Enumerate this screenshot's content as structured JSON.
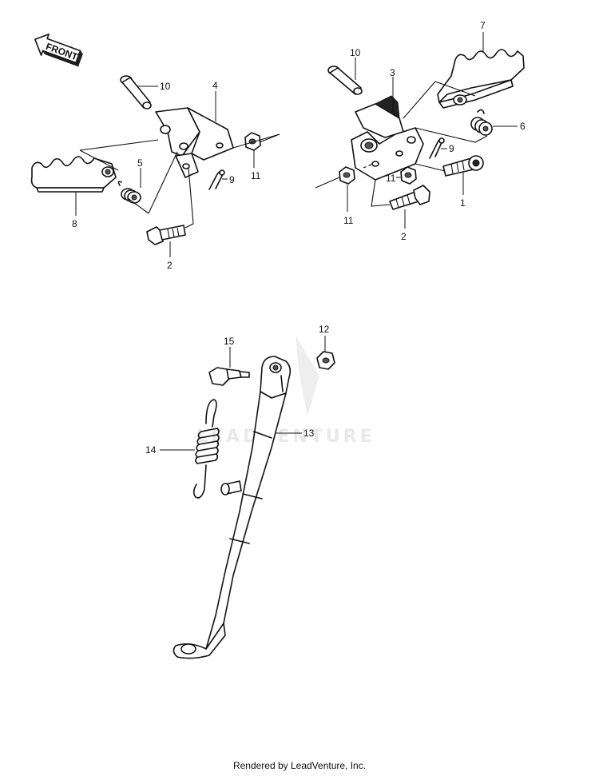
{
  "front_label": "FRONT",
  "watermark": "LEADVENTURE",
  "footer": "Rendered by LeadVenture, Inc.",
  "callouts": {
    "left_10": "10",
    "left_4": "4",
    "left_5": "5",
    "left_8": "8",
    "left_9": "9",
    "left_11": "11",
    "left_2": "2",
    "right_10": "10",
    "right_3": "3",
    "right_7": "7",
    "right_6": "6",
    "right_9": "9",
    "right_11a": "11",
    "right_11b": "11",
    "right_1": "1",
    "right_2": "2",
    "stand_15": "15",
    "stand_12": "12",
    "stand_13": "13",
    "stand_14": "14"
  }
}
